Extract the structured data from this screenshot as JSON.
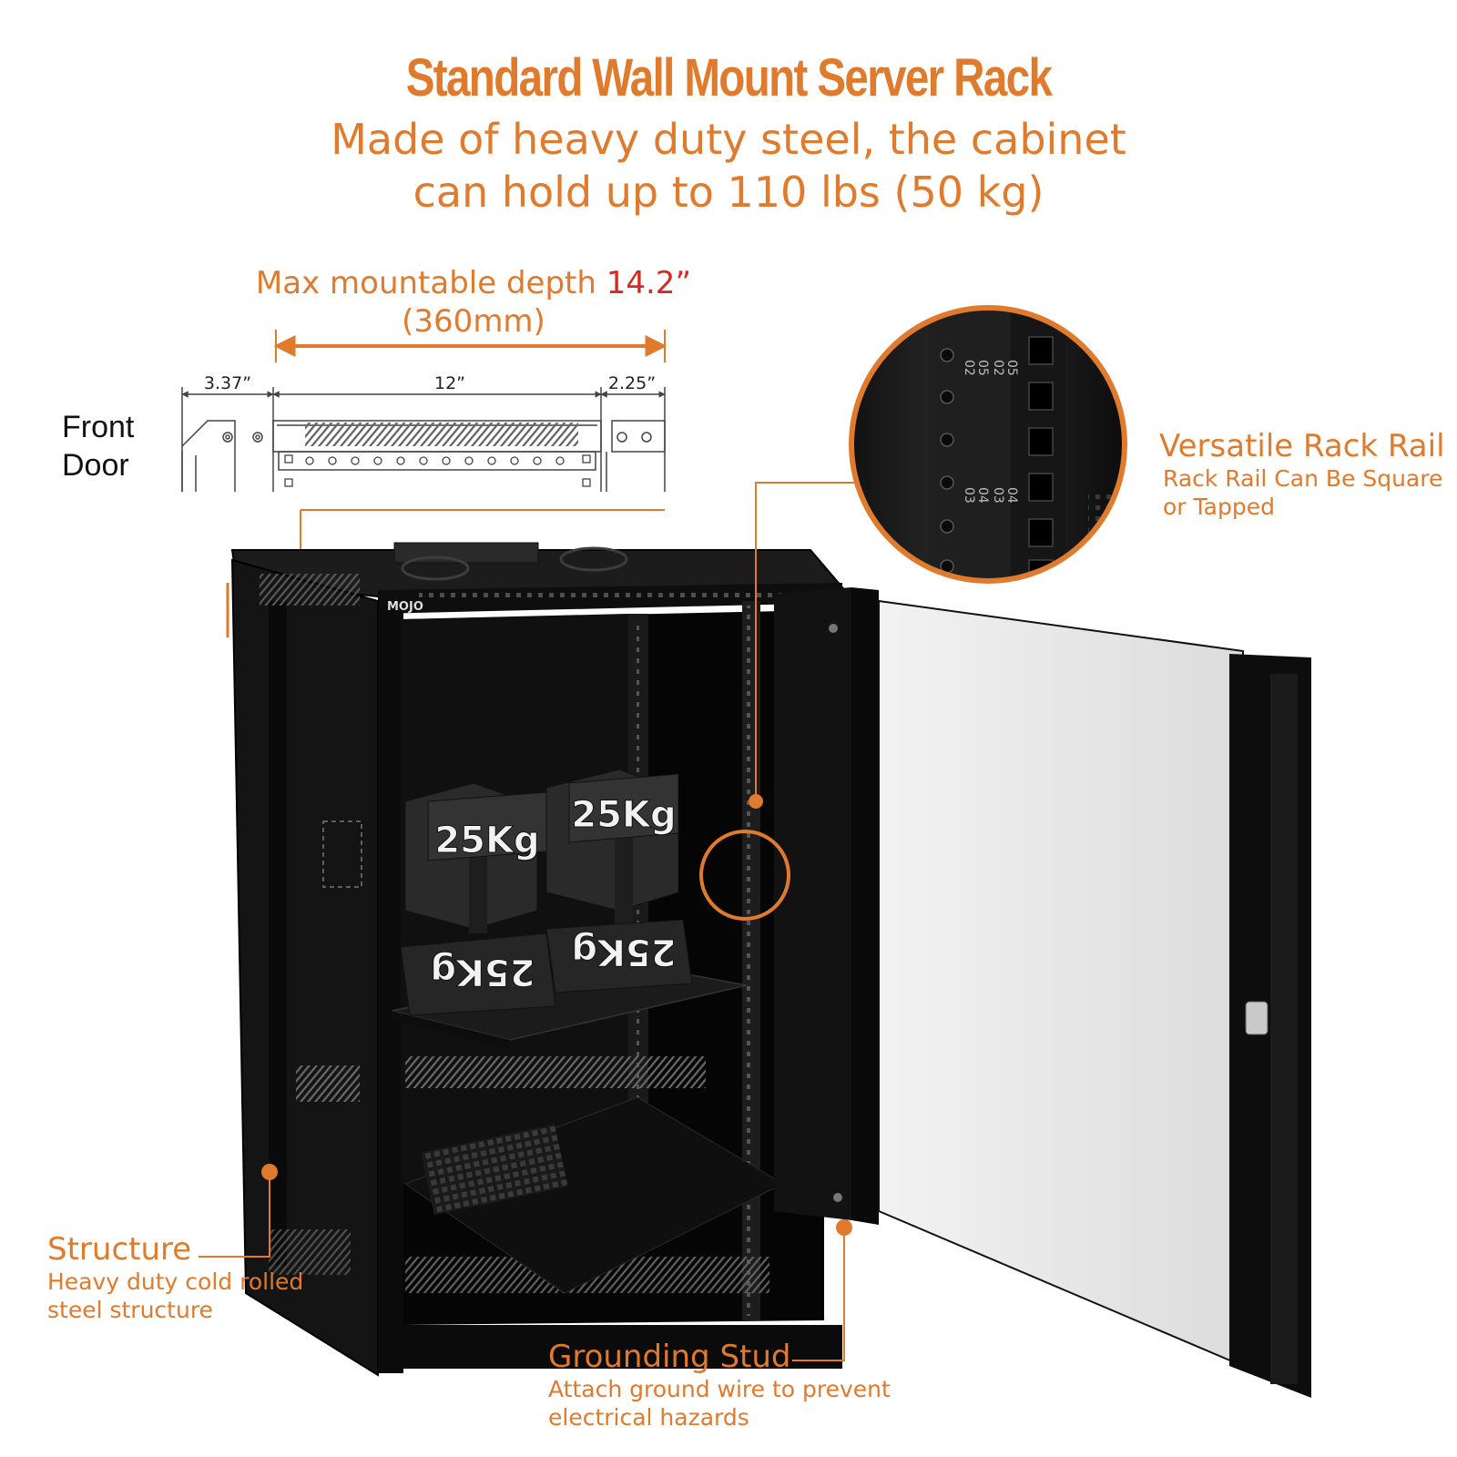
{
  "heading": {
    "title": "Standard Wall Mount Server Rack",
    "subtitle_line1": "Made of heavy duty steel, the cabinet",
    "subtitle_line2": "can hold up to 110 lbs (50 kg)"
  },
  "depth": {
    "label": "Max mountable depth",
    "value": "14.2”",
    "metric": "(360mm)"
  },
  "dimensions": {
    "left": "3.37”",
    "middle": "12”",
    "right": "2.25”",
    "front_door_line1": "Front",
    "front_door_line2": "Door"
  },
  "rail_markings": {
    "upper_a": "05",
    "upper_b": "02",
    "lower_a": "04",
    "lower_b": "03"
  },
  "product": {
    "brand": "MOJO",
    "weights": [
      "25Kg",
      "25Kg",
      "25Kg",
      "25Kg"
    ]
  },
  "callouts": {
    "rack_rail": {
      "title": "Versatile Rack Rail",
      "line1": "Rack Rail Can Be Square",
      "line2": "or Tapped"
    },
    "structure": {
      "title": "Structure",
      "line1": "Heavy duty cold rolled",
      "line2": "steel structure"
    },
    "grounding": {
      "title": "Grounding Stud",
      "line1": "Attach ground wire to prevent",
      "line2": "electrical hazards"
    }
  },
  "colors": {
    "accent": "#e07a2c",
    "highlight": "#d42a24",
    "cabinet": "#0d0d0d",
    "glass": "#e6e6e6"
  }
}
